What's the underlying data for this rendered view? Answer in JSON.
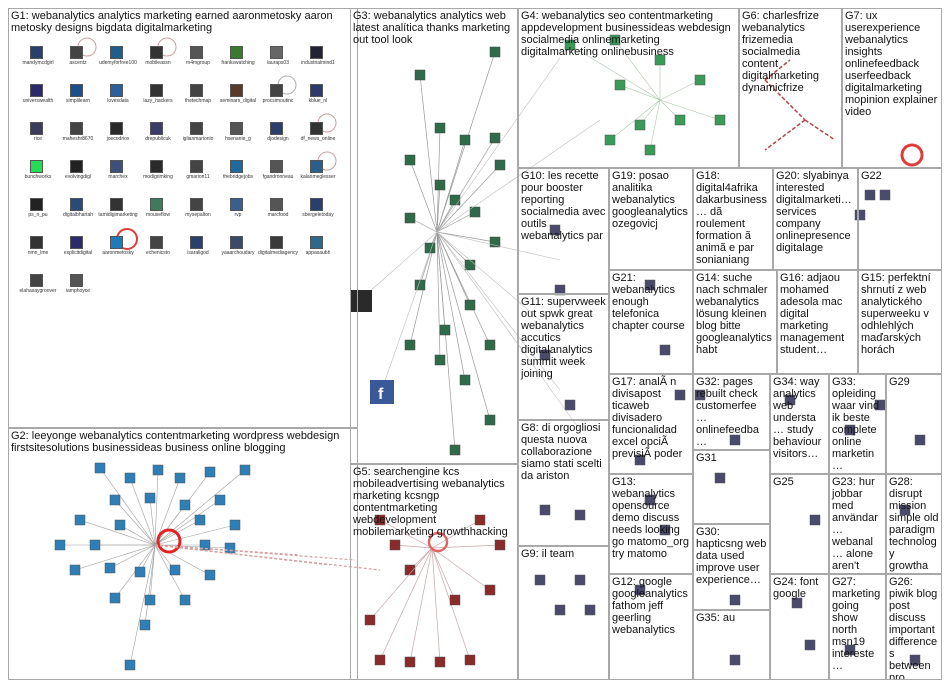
{
  "groups": [
    {
      "id": "G1",
      "title": "G1: webanalytics analytics marketing earned aaronmetosky aaron metosky designs bigdata digitalmarketing"
    },
    {
      "id": "G2",
      "title": "G2: leeyonge webanalytics contentmarketing wordpress webdesign firstsitesolutions businessideas business online blogging"
    },
    {
      "id": "G3",
      "title": "G3: webanalytics analytics web latest analítica thanks marketing out tool look"
    },
    {
      "id": "G4",
      "title": "G4: webanalytics seo contentmarketing appdevelopment businessideas webdesign socialmedia onlinemarketing digitalmarketing onlinebusiness"
    },
    {
      "id": "G5",
      "title": "G5: searchengine kcs mobileadvertising webanalytics marketing kcsngp contentmarketing webdevelopment mobilemarketing growthhacking"
    },
    {
      "id": "G6",
      "title": "G6: charlesfrize webanalytics frizemedia socialmedia content digitalmarketing dynamicfrize"
    },
    {
      "id": "G7",
      "title": "G7: ux userexperience webanalytics insights onlinefeedback userfeedback digitalmarketing mopinion explainer video"
    },
    {
      "id": "G8",
      "title": "G8: di orgogliosi questa nuova collaborazione siamo stati scelti da ariston"
    },
    {
      "id": "G9",
      "title": "G9: il team"
    },
    {
      "id": "G10",
      "title": "G10: les recette pour booster reporting socialmedia avec outils webanalytics par"
    },
    {
      "id": "G11",
      "title": "G11: supervweek out spwk great webanalytics accutics digitalanalytics summit week joining"
    },
    {
      "id": "G12",
      "title": "G12: google googleanalytics fathom jeff geerling webanalytics"
    },
    {
      "id": "G13",
      "title": "G13: webanalytics opensource demo discuss needs looking go matomo_org try matomo"
    },
    {
      "id": "G14",
      "title": "G14: suche nach schmaler webanalytics lösung kleinen blog bitte googleanalytics habt"
    },
    {
      "id": "G15",
      "title": "G15: perfektní shrnutí z web analytického superweeku v odhlehlých maďarských horách"
    },
    {
      "id": "G16",
      "title": "G16: adjaou mohamed adesola mac digital marketing management student…"
    },
    {
      "id": "G17",
      "title": "G17: analÃ n divisapost ticaweb divisadero funcionalidad excel opciÃ previsiÃ poder"
    },
    {
      "id": "G18",
      "title": "G18: digital4afrika dakarbusiness… dã roulement formation ã animã e par sonianiang"
    },
    {
      "id": "G19",
      "title": "G19: posao analitika webanalytics googleanalytics ozegovicj"
    },
    {
      "id": "G20",
      "title": "G20: slyabinya interested digitalmarketi… services company onlinepresence digitalage"
    },
    {
      "id": "G21",
      "title": "G21: webanalytics enough telefonica chapter course"
    },
    {
      "id": "G22",
      "title": "G22"
    },
    {
      "id": "G23",
      "title": "G23: hur jobbar med användar… webanal… alone aren't enough…"
    },
    {
      "id": "G24",
      "title": "G24: font google"
    },
    {
      "id": "G25",
      "title": "G25"
    },
    {
      "id": "G26",
      "title": "G26: piwik blog post discuss important differences between pro…"
    },
    {
      "id": "G27",
      "title": "G27: marketing going show north msn19 intereste…"
    },
    {
      "id": "G28",
      "title": "G28: disrupt mission simple old paradigm technology growtha…"
    },
    {
      "id": "G29",
      "title": "G29"
    },
    {
      "id": "G30",
      "title": "G30: hapticsng web data used improve user experience…"
    },
    {
      "id": "G31",
      "title": "G31"
    },
    {
      "id": "G32",
      "title": "G32: pages rebuilt check customerfee… onlinefeedba… userfeedbac…"
    },
    {
      "id": "G33",
      "title": "G33: opleiding waar vind ik beste complete online marketin…"
    },
    {
      "id": "G34",
      "title": "G34: way analytics web understa… study behaviour visitors…"
    },
    {
      "id": "G35",
      "title": "G35: au"
    }
  ],
  "nodes": [
    {
      "group": "G1",
      "label": "mandymcdgirl",
      "color": "#2a3f6b"
    },
    {
      "group": "G1",
      "label": "ascentz",
      "color": "#444"
    },
    {
      "group": "G1",
      "label": "udemyforfree100",
      "color": "#1d5e8c"
    },
    {
      "group": "G1",
      "label": "mobileassn",
      "color": "#333"
    },
    {
      "group": "G1",
      "label": "m4mgroup",
      "color": "#555"
    },
    {
      "group": "G1",
      "label": "frankswatching",
      "color": "#3a7a2e"
    },
    {
      "group": "G1",
      "label": "lauraps03",
      "color": "#666"
    },
    {
      "group": "G1",
      "label": "industrialmind1",
      "color": "#223"
    },
    {
      "group": "G1",
      "label": "universwealth",
      "color": "#2b2b6b"
    },
    {
      "group": "G1",
      "label": "simplilearn",
      "color": "#1a4f8a"
    },
    {
      "group": "G1",
      "label": "lovesdata",
      "color": "#2b5f9e"
    },
    {
      "group": "G1",
      "label": "lazy_hackers",
      "color": "#333"
    },
    {
      "group": "G1",
      "label": "thetechmap",
      "color": "#444"
    },
    {
      "group": "G1",
      "label": "seminars_digital",
      "color": "#5a3b2b"
    },
    {
      "group": "G1",
      "label": "procsimoutinc",
      "color": "#444"
    },
    {
      "group": "G1",
      "label": "kblue_nl",
      "color": "#2d3a6b"
    },
    {
      "group": "G1",
      "label": "rice",
      "color": "#3b3b5c"
    },
    {
      "group": "G1",
      "label": "maheshr8670",
      "color": "#444"
    },
    {
      "group": "G1",
      "label": "joecodriox",
      "color": "#2a2a2a"
    },
    {
      "group": "G1",
      "label": "drepublicuk",
      "color": "#3c3c6a"
    },
    {
      "group": "G1",
      "label": "iglianmarionio",
      "color": "#444"
    },
    {
      "group": "G1",
      "label": "hsenanie_g",
      "color": "#555"
    },
    {
      "group": "G1",
      "label": "djodesign",
      "color": "#2a3f6b"
    },
    {
      "group": "G1",
      "label": "df_news_online",
      "color": "#333"
    },
    {
      "group": "G1",
      "label": "bunchworks",
      "color": "#2d5"
    },
    {
      "group": "G1",
      "label": "evolvingdigl",
      "color": "#222"
    },
    {
      "group": "G1",
      "label": "marchex",
      "color": "#3d4f7a"
    },
    {
      "group": "G1",
      "label": "modigrimking",
      "color": "#2a2a2a"
    },
    {
      "group": "G1",
      "label": "gmarion11",
      "color": "#444"
    },
    {
      "group": "G1",
      "label": "thebridgejobs",
      "color": "#1e6a9c"
    },
    {
      "group": "G1",
      "label": "fgandronneau",
      "color": "#555"
    },
    {
      "group": "G1",
      "label": "kalanmeglesser",
      "color": "#2b5e8a"
    },
    {
      "group": "G1",
      "label": "ps_n_pu",
      "color": "#222"
    },
    {
      "group": "G1",
      "label": "digitalbhartah",
      "color": "#2a4a7a"
    },
    {
      "group": "G1",
      "label": "tamidigimarketing",
      "color": "#333"
    },
    {
      "group": "G1",
      "label": "mouseflow",
      "color": "#3f7a5e"
    },
    {
      "group": "G1",
      "label": "mysepalton",
      "color": "#444"
    },
    {
      "group": "G1",
      "label": "rvp",
      "color": "#3a5f8a"
    },
    {
      "group": "G1",
      "label": "marcfood",
      "color": "#555"
    },
    {
      "group": "G1",
      "label": "sbergeletoday",
      "color": "#2a3f6b"
    },
    {
      "group": "G1",
      "label": "nmn_lme",
      "color": "#333"
    },
    {
      "group": "G1",
      "label": "explicitdigital",
      "color": "#2b2b6b"
    },
    {
      "group": "G1",
      "label": "aaronmetosky",
      "color": "#1e7ab8"
    },
    {
      "group": "G1",
      "label": "echenicsto",
      "color": "#444"
    },
    {
      "group": "G1",
      "label": "isaraligod",
      "color": "#2a3f6b"
    },
    {
      "group": "G1",
      "label": "yaaarchoudary",
      "color": "#3c4a6a"
    },
    {
      "group": "G1",
      "label": "digitalmediagency",
      "color": "#3a3a3a"
    },
    {
      "group": "G1",
      "label": "appasaubh",
      "color": "#2d6a8a"
    },
    {
      "group": "G1",
      "label": "elahasaygroover",
      "color": "#444"
    },
    {
      "group": "G1",
      "label": "iamphoyce",
      "color": "#555"
    }
  ]
}
